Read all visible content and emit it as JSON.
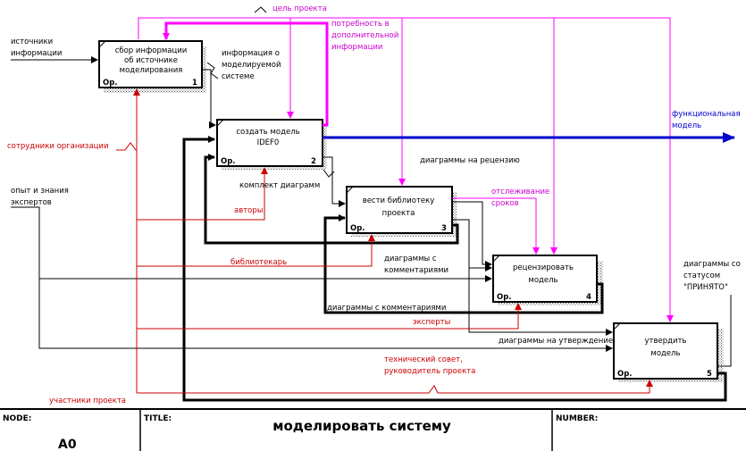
{
  "diagram": {
    "boxes": [
      {
        "lines": [
          "сбор информации",
          "об источнике",
          "моделирования"
        ],
        "op": "Ор.",
        "num": "1"
      },
      {
        "lines": [
          "создать модель",
          "IDEF0"
        ],
        "op": "Ор.",
        "num": "2"
      },
      {
        "lines": [
          "вести библиотеку",
          "проекта"
        ],
        "op": "Ор.",
        "num": "3"
      },
      {
        "lines": [
          "рецензировать",
          "модель"
        ],
        "op": "Ор.",
        "num": "4"
      },
      {
        "lines": [
          "утвердить",
          "модель"
        ],
        "op": "Ор.",
        "num": "5"
      }
    ],
    "inputs": {
      "sources": [
        "источники",
        "информации"
      ],
      "experts_knowledge": [
        "опыт и знания",
        "экспертов"
      ]
    },
    "controls": {
      "project_goal": "цель проекта",
      "need_info": [
        "потребность в",
        "дополнительной",
        "информации"
      ],
      "tracking": [
        "отслеживание",
        "сроков"
      ]
    },
    "mechanisms": {
      "staff": "сотрудники организации",
      "authors": "авторы",
      "librarian": "библиотекарь",
      "experts": "эксперты",
      "council": [
        "технический совет,",
        "руководитель проекта"
      ],
      "participants": "участники проекта"
    },
    "outputs": {
      "info_model": [
        "информация о",
        "моделируемой",
        "системе"
      ],
      "func_model": [
        "функциональная",
        "модель"
      ],
      "diagram_set": "комплект диаграмм",
      "for_review": "диаграммы на рецензию",
      "with_comments_1": [
        "диаграммы с",
        "комментариями"
      ],
      "with_comments_2": "диаграммы с комментариями",
      "for_approval": "диаграммы на утверждение",
      "accepted": [
        "диаграммы со",
        "статусом",
        "\"ПРИНЯТО\""
      ]
    },
    "colors": {
      "control": "#ff00ff",
      "mechanism": "#cc0000",
      "output_main": "#0000cc",
      "text_black": "#000000"
    }
  },
  "footer": {
    "node_label": "NODE:",
    "node_value": "A0",
    "title_label": "TITLE:",
    "title_value": "моделировать систему",
    "number_label": "NUMBER:"
  }
}
